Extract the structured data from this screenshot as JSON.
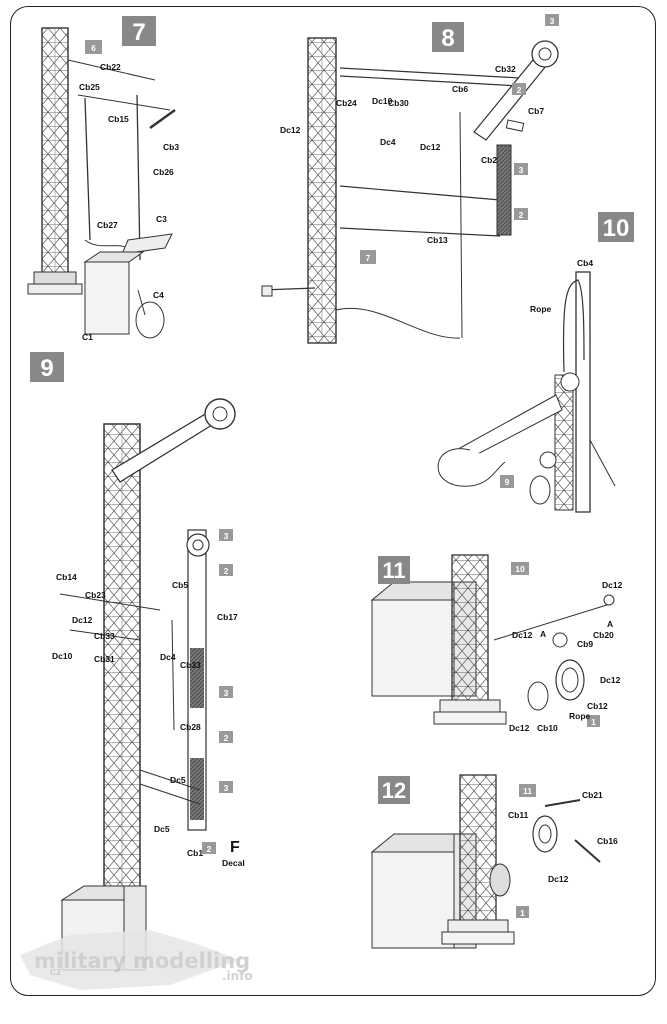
{
  "steps": {
    "s7": "7",
    "s8": "8",
    "s9": "9",
    "s10": "10",
    "s11": "11",
    "s12": "12"
  },
  "step7": {
    "ref": "6",
    "parts": [
      "Cb22",
      "Cb25",
      "Cb15",
      "Cb3",
      "Cb26",
      "Cb27",
      "C3",
      "C4",
      "C1"
    ]
  },
  "step8": {
    "refs": [
      "3",
      "2",
      "3",
      "2",
      "7"
    ],
    "parts": [
      "Cb32",
      "Cb6",
      "Cb7",
      "Dc10",
      "Cb30",
      "Cb24",
      "Dc12",
      "Dc4",
      "Dc12",
      "Cb2",
      "Cb13"
    ]
  },
  "step9": {
    "refs": [
      "3",
      "2",
      "3",
      "2",
      "3",
      "2"
    ],
    "parts": [
      "Cb14",
      "Cb23",
      "Dc12",
      "Dc10",
      "Cb31",
      "Cb33",
      "Cb5",
      "Cb17",
      "Dc4",
      "Cb33",
      "Cb28",
      "Dc5",
      "Dc5",
      "Cb1",
      "C2"
    ],
    "decal_letter": "F",
    "decal_label": "Decal"
  },
  "step10": {
    "ref": "9",
    "parts": [
      "Cb4",
      "Rope"
    ]
  },
  "step11": {
    "refs": [
      "10",
      "1"
    ],
    "parts": [
      "Dc12",
      "Cb20",
      "Dc12",
      "Cb9",
      "Dc12",
      "Cb12",
      "Dc12",
      "Cb10",
      "Rope"
    ],
    "marks": [
      "A",
      "A"
    ]
  },
  "step12": {
    "refs": [
      "11",
      "1"
    ],
    "parts": [
      "Cb21",
      "Cb11",
      "Cb16",
      "Dc12"
    ]
  },
  "watermark": {
    "text": "military modelling",
    "suffix": ".info"
  }
}
